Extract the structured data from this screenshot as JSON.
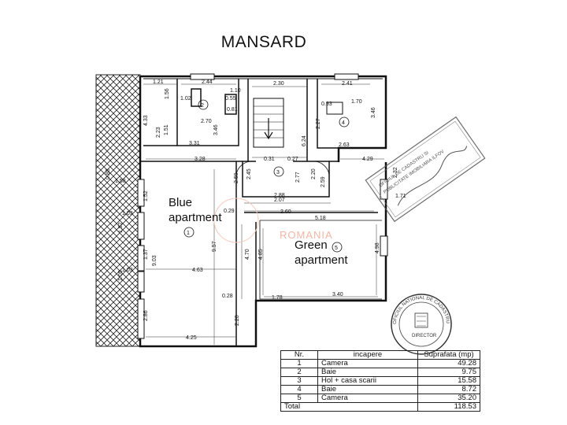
{
  "title": "MANSARD",
  "labels": {
    "blue": [
      "Blue",
      "apartment"
    ],
    "green": [
      "Green",
      "apartment"
    ]
  },
  "room_numbers": [
    "1",
    "2",
    "3",
    "4",
    "5"
  ],
  "dimensions": [
    "1.21",
    "2.44",
    "2.30",
    "2.41",
    "1.56",
    "1.02",
    "1.10",
    "0.55",
    "0.81",
    "4.33",
    "2.23",
    "1.51",
    "2.70",
    "3.46",
    "3.31",
    "3.28",
    "0.31",
    "0.27",
    "6.24",
    "0.93",
    "1.70",
    "2.27",
    "3.46",
    "2.63",
    "4.29",
    "2.32",
    "0.88",
    "1.58",
    "1.52",
    "2.59",
    "2.45",
    "2.77",
    "2.20",
    "2.59",
    "2.88",
    "2.07",
    "1.71",
    "1.03",
    "1.92",
    "0.29",
    "2.60",
    "5.18",
    "1.37",
    "9.03",
    "9.57",
    "4.70",
    "4.85",
    "4.98",
    "1.03",
    "1.05",
    "4.63",
    "0.28",
    "1.78",
    "3.40",
    "2.86",
    "2.20",
    "4.25"
  ],
  "watermark": "ROMANIA",
  "stamp_text": [
    "OFICIUL DE CADASTRU SI",
    "PUBLICITATE IMOBILIARA ILFOV",
    "OFICIUL NATIONAL DE CADASTRU SI PUBLICITATE IMOBILIARA",
    "DIRECTOR"
  ],
  "table": {
    "headers": [
      "Nr.",
      "incapere",
      "Suprafata (mp)"
    ],
    "rows": [
      {
        "nr": "1",
        "name": "Camera",
        "area": "49.28"
      },
      {
        "nr": "2",
        "name": "Baie",
        "area": "9.75"
      },
      {
        "nr": "3",
        "name": "Hol + casa scarii",
        "area": "15.58"
      },
      {
        "nr": "4",
        "name": "Baie",
        "area": "8.72"
      },
      {
        "nr": "5",
        "name": "Camera",
        "area": "35.20"
      }
    ],
    "total_label": "Total",
    "total_value": "118.53"
  }
}
